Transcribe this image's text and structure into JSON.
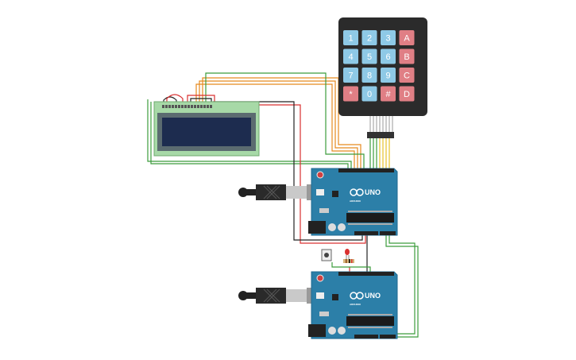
{
  "keypad": {
    "keys": [
      [
        "1",
        "2",
        "3",
        "A"
      ],
      [
        "4",
        "5",
        "6",
        "B"
      ],
      [
        "7",
        "8",
        "9",
        "C"
      ],
      [
        "*",
        "0",
        "#",
        "D"
      ]
    ]
  },
  "arduino_top": {
    "model": "UNO",
    "brand": "ARDUINO"
  },
  "arduino_bottom": {
    "model": "UNO",
    "brand": "ARDUINO"
  },
  "colors": {
    "board": "#2c7fa8",
    "board_edge": "#1f6a90",
    "keypad_body": "#2b2b2b",
    "key_blue": "#8ec9e6",
    "key_red": "#e07f85",
    "lcd_pcb": "#a7d9a7",
    "lcd_screen": "#1d2c4f",
    "wire_green": "#3c9c3c",
    "wire_orange": "#e58a1f",
    "wire_red": "#d93030",
    "wire_black": "#222222",
    "wire_yellow": "#e6c22a"
  }
}
